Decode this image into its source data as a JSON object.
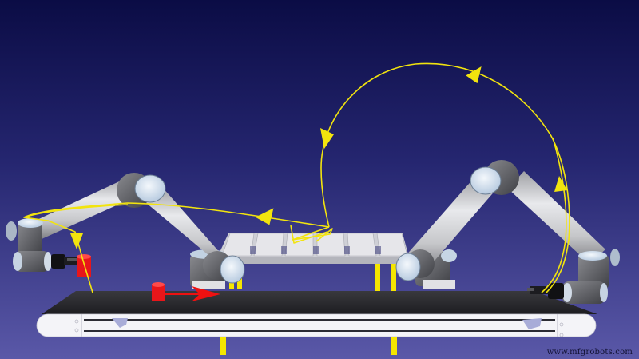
{
  "scene": {
    "description": "3D simulation render: two collaborative robot arms transferring red parts across a conveyor and pallet",
    "background": {
      "top": "#0b0c45",
      "bottom": "#5a58a8"
    },
    "colors": {
      "path_yellow": "#f2e40e",
      "part_red": "#e8161a",
      "arrow_red": "#ee1111",
      "conveyor_belt": "#2a2a2e",
      "conveyor_frame": "#f4f4f8",
      "robot_link": "#c9cacd",
      "robot_joint_dark": "#5a5b60",
      "robot_cap": "#dbe8f4",
      "pallet": "#d4d4d8",
      "stand_yellow": "#f5e600"
    },
    "objects": [
      {
        "name": "left-robot-arm",
        "label": "Left robot arm"
      },
      {
        "name": "right-robot-arm",
        "label": "Right robot arm"
      },
      {
        "name": "pallet-table",
        "label": "Pallet table"
      },
      {
        "name": "conveyor",
        "label": "Conveyor belt"
      },
      {
        "name": "red-part-gripped",
        "label": "Red part (in gripper)"
      },
      {
        "name": "red-part-on-belt",
        "label": "Red part (on belt)"
      },
      {
        "name": "conveyor-direction-arrow",
        "label": "Conveyor direction"
      },
      {
        "name": "motion-path",
        "label": "Robot motion path"
      }
    ]
  },
  "watermark": {
    "text": "www.mfgrobots.com"
  }
}
